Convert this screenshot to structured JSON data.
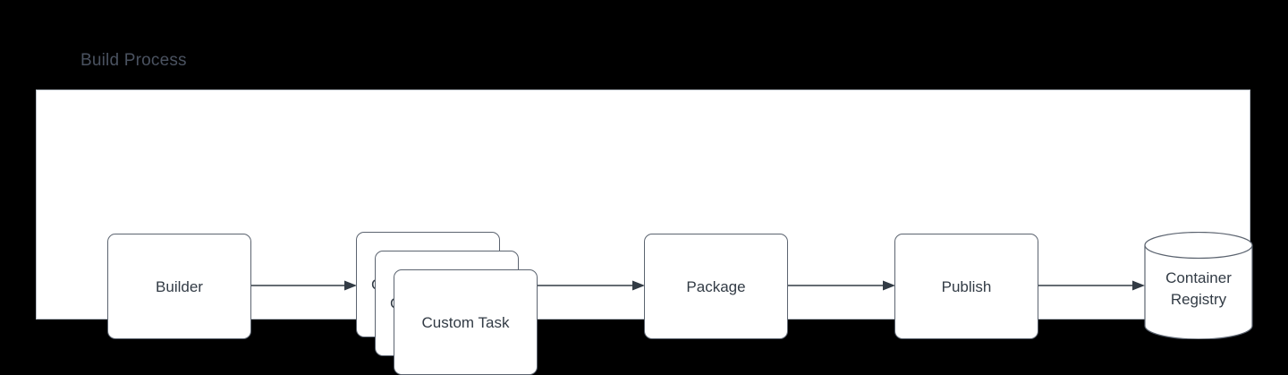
{
  "diagram": {
    "title": "Build Process",
    "type": "flowchart",
    "direction": "left-to-right",
    "colors": {
      "background": "#000000",
      "panel_fill": "#ffffff",
      "panel_border": "#b9bfc7",
      "node_border": "#5c6470",
      "node_fill": "#ffffff",
      "text": "#323b45",
      "title_text": "#4a5260",
      "connector": "#323b45"
    },
    "nodes": [
      {
        "id": "builder",
        "label": "Builder",
        "shape": "rounded-rect"
      },
      {
        "id": "custom-task",
        "label": "Custom Task",
        "shape": "stacked-rounded-rect",
        "stack_count": 3
      },
      {
        "id": "package",
        "label": "Package",
        "shape": "rounded-rect"
      },
      {
        "id": "publish",
        "label": "Publish",
        "shape": "rounded-rect"
      },
      {
        "id": "container-registry",
        "label_line1": "Container",
        "label_line2": "Registry",
        "shape": "cylinder"
      }
    ],
    "connectors": [
      {
        "id": "builder-to-custom-task",
        "from": "builder",
        "to": "custom-task",
        "style": "solid",
        "arrow": "filled-triangle"
      },
      {
        "id": "custom-task-to-package",
        "from": "custom-task",
        "to": "package",
        "style": "solid",
        "arrow": "filled-triangle"
      },
      {
        "id": "package-to-publish",
        "from": "package",
        "to": "publish",
        "style": "solid",
        "arrow": "filled-triangle"
      },
      {
        "id": "publish-to-container-registry",
        "from": "publish",
        "to": "container-registry",
        "style": "solid",
        "arrow": "filled-triangle"
      }
    ]
  }
}
